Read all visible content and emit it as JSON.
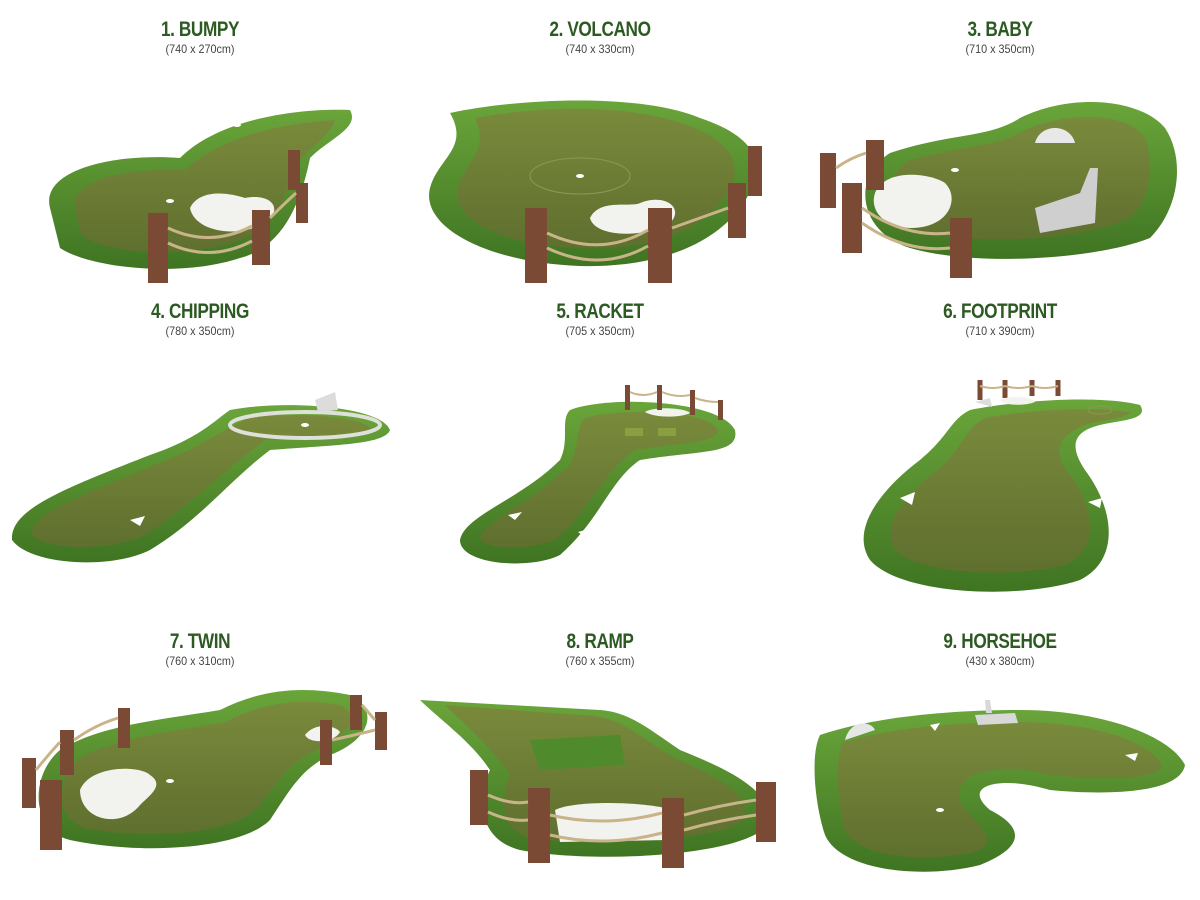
{
  "courses": [
    {
      "title": "1. BUMPY",
      "size": "(740 x 270cm)"
    },
    {
      "title": "2. VOLCANO",
      "size": "(740 x 330cm)"
    },
    {
      "title": "3. BABY",
      "size": "(710 x 350cm)"
    },
    {
      "title": "4. CHIPPING",
      "size": "(780 x 350cm)"
    },
    {
      "title": "5. RACKET",
      "size": "(705 x 350cm)"
    },
    {
      "title": "6. FOOTPRINT",
      "size": "(710 x 390cm)"
    },
    {
      "title": "7. TWIN",
      "size": "(760 x 310cm)"
    },
    {
      "title": "8. RAMP",
      "size": "(760 x 355cm)"
    },
    {
      "title": "9. HORSEHOE",
      "size": "(430 x 380cm)"
    }
  ],
  "colors": {
    "title": "#2d5a22",
    "rough": "#4f8a2c",
    "fairway": "#6a7b34",
    "post": "#7a4a35",
    "sand": "#f2f2ee"
  }
}
